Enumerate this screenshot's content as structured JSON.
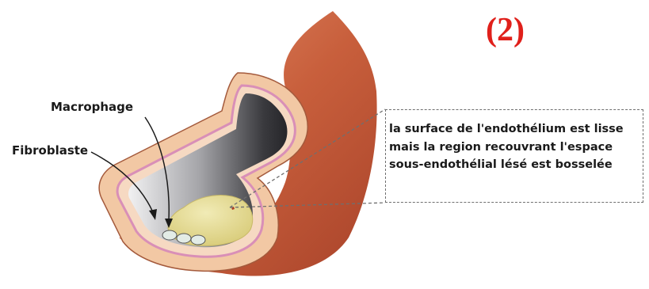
{
  "figure": {
    "number_label": "(2)"
  },
  "labels": {
    "macrophage": "Macrophage",
    "fibroblast": "Fibroblaste"
  },
  "callout": {
    "lines": [
      "la surface de l'endothélium est lisse",
      "mais la region recouvrant l'espace",
      "sous-endothélial lésé est bosselée"
    ]
  },
  "colors": {
    "figure_number": "#e0201b",
    "outer_wall": "#cf6a45",
    "wall_section": "#f2c8a4",
    "intima": "#d98fb7",
    "plaque": "#e6dc92",
    "lumen_dark": "#2c2c30"
  }
}
